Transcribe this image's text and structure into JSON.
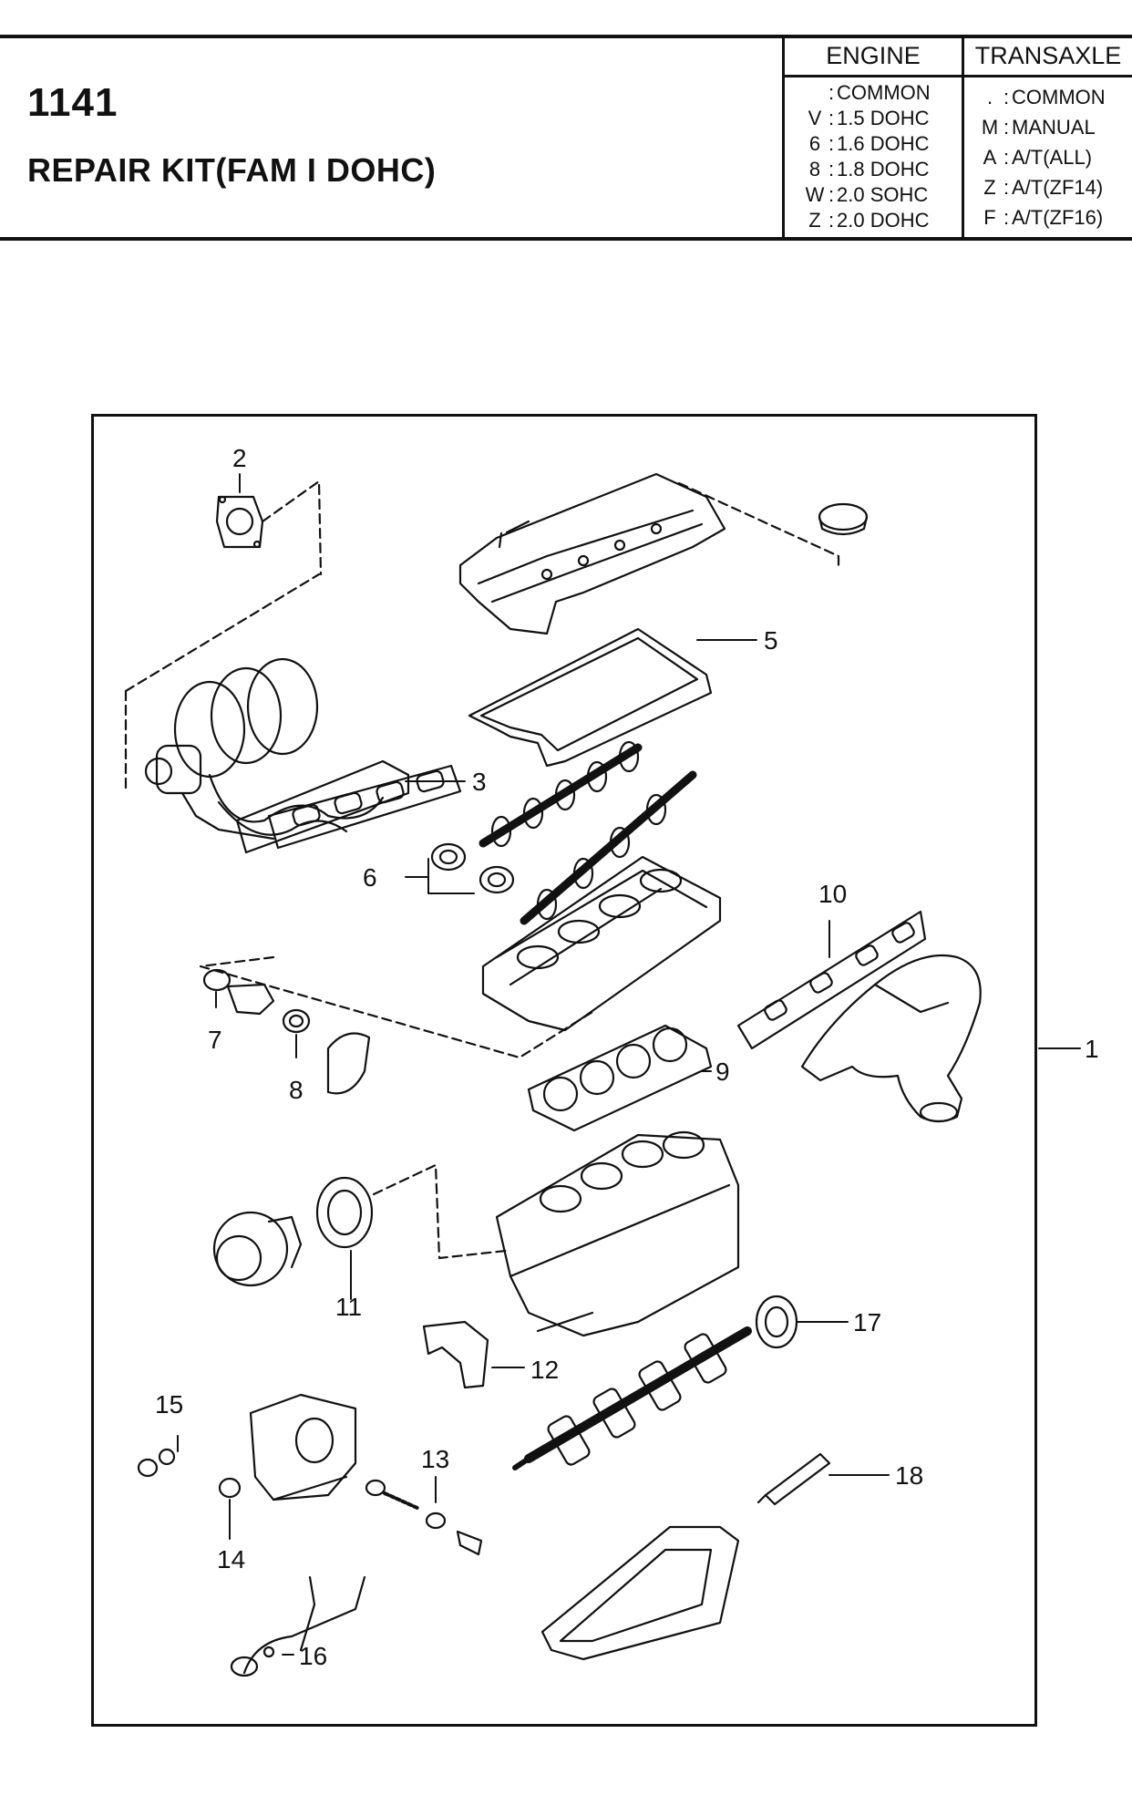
{
  "header": {
    "kit_number": "1141",
    "kit_title": "REPAIR KIT(FAM I DOHC)"
  },
  "engine_table": {
    "heading": "ENGINE",
    "rows": [
      {
        "code": "",
        "label": "COMMON"
      },
      {
        "code": "V",
        "label": "1.5 DOHC"
      },
      {
        "code": "6",
        "label": "1.6 DOHC"
      },
      {
        "code": "8",
        "label": "1.8 DOHC"
      },
      {
        "code": "W",
        "label": "2.0 SOHC"
      },
      {
        "code": "Z",
        "label": "2.0 DOHC"
      }
    ]
  },
  "transaxle_table": {
    "heading": "TRANSAXLE",
    "rows": [
      {
        "code": ".",
        "label": "COMMON"
      },
      {
        "code": "M",
        "label": "MANUAL"
      },
      {
        "code": "A",
        "label": "A/T(ALL)"
      },
      {
        "code": "Z",
        "label": "A/T(ZF14)"
      },
      {
        "code": "F",
        "label": "A/T(ZF16)"
      }
    ]
  },
  "diagram": {
    "callouts": [
      "1",
      "2",
      "3",
      "5",
      "6",
      "7",
      "8",
      "9",
      "10",
      "11",
      "12",
      "13",
      "14",
      "15",
      "16",
      "17",
      "18"
    ]
  }
}
